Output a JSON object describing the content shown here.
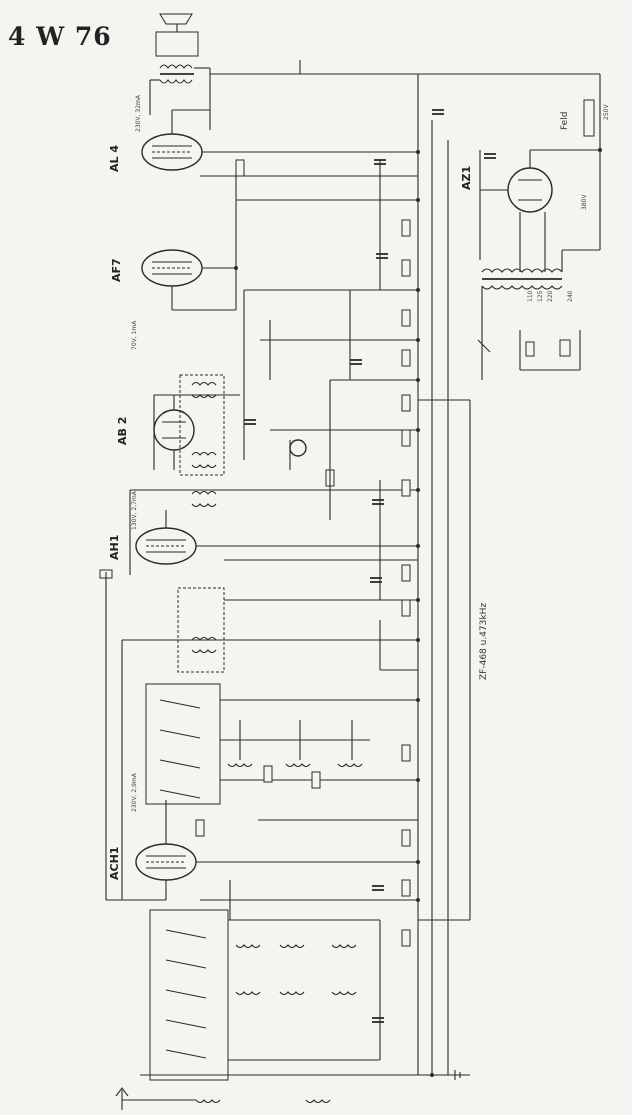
{
  "title": "4 W 76",
  "tubes": [
    {
      "name": "AL4",
      "label": "AL 4"
    },
    {
      "name": "AF7",
      "label": "AF7"
    },
    {
      "name": "AB2",
      "label": "AB 2"
    },
    {
      "name": "AH1",
      "label": "AH1"
    },
    {
      "name": "ACH1",
      "label": "ACH1"
    },
    {
      "name": "AZ1",
      "label": "AZ1"
    }
  ],
  "annotations": {
    "if_label": "ZF-468 u.473kHz",
    "mains_250v": "250V",
    "mains_380v": "380V",
    "feld": "Feld",
    "al4_voltage": "230V, 32mA",
    "ah1_voltage": "130V, 2,7mA",
    "af7_voltage": "70V, 1mA",
    "ach1_voltage": "230V, 2,9mA",
    "taps": [
      "110",
      "125",
      "220",
      "240"
    ]
  }
}
